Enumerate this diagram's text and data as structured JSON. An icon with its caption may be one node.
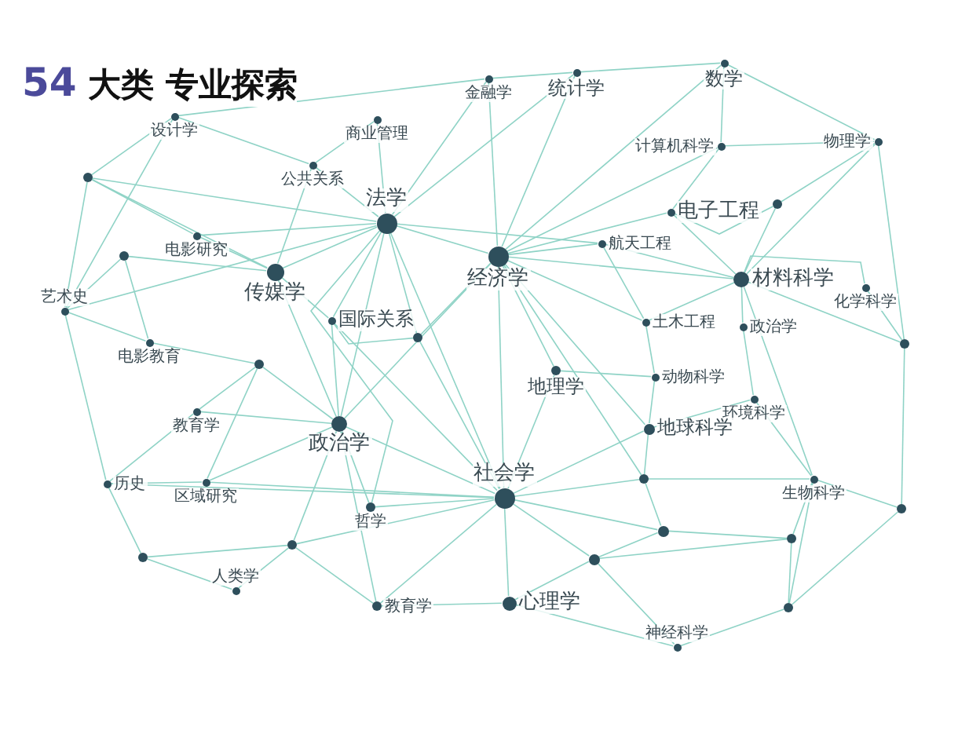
{
  "diagram": {
    "title": "54 大类 专业探索",
    "nodes": [
      {
        "text": [
          "设计学"
        ]
      },
      {
        "text": [
          "商业管理"
        ]
      },
      {
        "text": [
          "金融学"
        ]
      },
      {
        "text": [
          "统计学"
        ]
      },
      {
        "text": [
          "数学"
        ]
      },
      {
        "text": [
          "公共关系"
        ]
      },
      {
        "text": [
          "法学"
        ]
      },
      {
        "text": [
          "电影研究"
        ]
      },
      {
        "text": [
          "传媒学"
        ]
      },
      {
        "text": [
          "艺术史"
        ]
      },
      {
        "text": [
          "国际关系"
        ]
      },
      {
        "text": [
          "电影教育"
        ]
      },
      {
        "text": [
          "经济学"
        ]
      },
      {
        "text": [
          "航天工程"
        ]
      },
      {
        "text": [
          "电子工程"
        ]
      },
      {
        "text": [
          "计算机科学"
        ]
      },
      {
        "text": [
          "物理学"
        ]
      },
      {
        "text": [
          "材料科学"
        ]
      },
      {
        "text": [
          "化学科学"
        ]
      },
      {
        "text": [
          "土木工程"
        ]
      },
      {
        "text": [
          "政治学"
        ]
      },
      {
        "text": [
          "动物科学"
        ]
      },
      {
        "text": [
          "环境科学"
        ]
      },
      {
        "text": [
          "地理学"
        ]
      },
      {
        "text": [
          "地球科学"
        ]
      },
      {
        "text": [
          "政治学"
        ]
      },
      {
        "text": [
          "教育学"
        ]
      },
      {
        "text": [
          "历史"
        ]
      },
      {
        "text": [
          "区域研究"
        ]
      },
      {
        "text": [
          "社会学"
        ]
      },
      {
        "text": [
          "哲学"
        ]
      },
      {
        "text": [
          "生物科学"
        ]
      },
      {
        "text": [
          "人类学"
        ]
      },
      {
        "text": [
          "教育学"
        ]
      },
      {
        "text": [
          "心理学"
        ]
      },
      {
        "text": [
          "神经科学"
        ]
      },
      {
        "text": [],
        "shape": "circle"
      },
      {
        "text": [],
        "shape": "circle"
      },
      {
        "text": [],
        "shape": "circle"
      },
      {
        "text": [],
        "shape": "circle"
      },
      {
        "text": [],
        "shape": "circle"
      },
      {
        "text": [],
        "shape": "circle"
      },
      {
        "text": [],
        "shape": "circle"
      },
      {
        "text": [],
        "shape": "circle"
      },
      {
        "text": [],
        "shape": "circle"
      },
      {
        "text": [],
        "shape": "circle"
      },
      {
        "text": [],
        "shape": "circle"
      },
      {
        "text": [],
        "shape": "circle"
      },
      {
        "text": [],
        "shape": "circle"
      },
      {
        "text": [],
        "shape": "circle"
      }
    ],
    "edges": [
      {
        "from": 6,
        "to": 5,
        "arrow": "none"
      },
      {
        "from": 6,
        "to": 1,
        "arrow": "none"
      },
      {
        "from": 6,
        "to": 2,
        "arrow": "none"
      },
      {
        "from": 6,
        "to": 12,
        "arrow": "none"
      },
      {
        "from": 6,
        "to": 8,
        "arrow": "none"
      },
      {
        "from": 6,
        "to": 10,
        "arrow": "none"
      },
      {
        "from": 6,
        "to": 25,
        "arrow": "none"
      },
      {
        "from": 6,
        "to": 29,
        "arrow": "none"
      },
      {
        "from": 6,
        "to": 36,
        "arrow": "none"
      },
      {
        "from": 6,
        "to": 9,
        "arrow": "none"
      },
      {
        "from": 6,
        "to": 40,
        "arrow": "none"
      },
      {
        "from": 6,
        "to": 3,
        "arrow": "none"
      },
      {
        "from": 6,
        "to": 13,
        "arrow": "none"
      },
      {
        "from": 6,
        "to": 7,
        "arrow": "none"
      },
      {
        "from": 6,
        "to": 30,
        "arrow": "none"
      },
      {
        "from": 12,
        "to": 2,
        "arrow": "none"
      },
      {
        "from": 12,
        "to": 3,
        "arrow": "none"
      },
      {
        "from": 12,
        "to": 4,
        "arrow": "none"
      },
      {
        "from": 12,
        "to": 13,
        "arrow": "none"
      },
      {
        "from": 12,
        "to": 14,
        "arrow": "none"
      },
      {
        "from": 12,
        "to": 15,
        "arrow": "none"
      },
      {
        "from": 12,
        "to": 23,
        "arrow": "none"
      },
      {
        "from": 12,
        "to": 29,
        "arrow": "none"
      },
      {
        "from": 12,
        "to": 40,
        "arrow": "none"
      },
      {
        "from": 12,
        "to": 19,
        "arrow": "none"
      },
      {
        "from": 12,
        "to": 17,
        "arrow": "none"
      },
      {
        "from": 12,
        "to": 42,
        "arrow": "none"
      },
      {
        "from": 12,
        "to": 25,
        "arrow": "none"
      },
      {
        "from": 12,
        "to": 24,
        "arrow": "none"
      },
      {
        "from": 29,
        "to": 25,
        "arrow": "none"
      },
      {
        "from": 29,
        "to": 30,
        "arrow": "none"
      },
      {
        "from": 29,
        "to": 34,
        "arrow": "none"
      },
      {
        "from": 29,
        "to": 23,
        "arrow": "none"
      },
      {
        "from": 29,
        "to": 24,
        "arrow": "none"
      },
      {
        "from": 29,
        "to": 44,
        "arrow": "none"
      },
      {
        "from": 29,
        "to": 48,
        "arrow": "none"
      },
      {
        "from": 29,
        "to": 42,
        "arrow": "none"
      },
      {
        "from": 29,
        "to": 40,
        "arrow": "none"
      },
      {
        "from": 29,
        "to": 10,
        "arrow": "none"
      },
      {
        "from": 29,
        "to": 46,
        "arrow": "none"
      },
      {
        "from": 29,
        "to": 33,
        "arrow": "none"
      },
      {
        "from": 29,
        "to": 27,
        "arrow": "none"
      },
      {
        "from": 29,
        "to": 28,
        "arrow": "none"
      },
      {
        "from": 25,
        "to": 10,
        "arrow": "none"
      },
      {
        "from": 25,
        "to": 39,
        "arrow": "none"
      },
      {
        "from": 25,
        "to": 26,
        "arrow": "none"
      },
      {
        "from": 25,
        "to": 28,
        "arrow": "none"
      },
      {
        "from": 25,
        "to": 30,
        "arrow": "none"
      },
      {
        "from": 25,
        "to": 33,
        "arrow": "none"
      },
      {
        "from": 25,
        "to": 8,
        "arrow": "none"
      },
      {
        "from": 25,
        "to": 46,
        "arrow": "none"
      },
      {
        "from": 8,
        "to": 7,
        "arrow": "none"
      },
      {
        "from": 8,
        "to": 5,
        "arrow": "none"
      },
      {
        "from": 8,
        "to": 37,
        "arrow": "none"
      },
      {
        "from": 8,
        "to": 10,
        "arrow": "none"
      },
      {
        "from": 8,
        "to": 36,
        "arrow": "none"
      },
      {
        "from": 17,
        "to": 14,
        "arrow": "none"
      },
      {
        "from": 17,
        "to": 18,
        "arrow": "none"
      },
      {
        "from": 17,
        "to": 16,
        "arrow": "none"
      },
      {
        "from": 17,
        "to": 38,
        "arrow": "none"
      },
      {
        "from": 17,
        "to": 20,
        "arrow": "none"
      },
      {
        "from": 17,
        "to": 41,
        "arrow": "none"
      },
      {
        "from": 17,
        "to": 31,
        "arrow": "none"
      },
      {
        "from": 17,
        "to": 19,
        "arrow": "none"
      },
      {
        "from": 17,
        "to": 13,
        "arrow": "none"
      },
      {
        "from": 0,
        "to": 36,
        "arrow": "none"
      },
      {
        "from": 0,
        "to": 5,
        "arrow": "none"
      },
      {
        "from": 0,
        "to": 2,
        "arrow": "none"
      },
      {
        "from": 0,
        "to": 9,
        "arrow": "none"
      },
      {
        "from": 36,
        "to": 9,
        "arrow": "none"
      },
      {
        "from": 36,
        "to": 7,
        "arrow": "none"
      },
      {
        "from": 37,
        "to": 9,
        "arrow": "none"
      },
      {
        "from": 37,
        "to": 11,
        "arrow": "none"
      },
      {
        "from": 9,
        "to": 11,
        "arrow": "none"
      },
      {
        "from": 9,
        "to": 27,
        "arrow": "none"
      },
      {
        "from": 27,
        "to": 47,
        "arrow": "none"
      },
      {
        "from": 27,
        "to": 26,
        "arrow": "none"
      },
      {
        "from": 27,
        "to": 28,
        "arrow": "none"
      },
      {
        "from": 47,
        "to": 32,
        "arrow": "none"
      },
      {
        "from": 32,
        "to": 46,
        "arrow": "none"
      },
      {
        "from": 46,
        "to": 33,
        "arrow": "none"
      },
      {
        "from": 33,
        "to": 34,
        "arrow": "none"
      },
      {
        "from": 34,
        "to": 35,
        "arrow": "none"
      },
      {
        "from": 35,
        "to": 48,
        "arrow": "none"
      },
      {
        "from": 35,
        "to": 49,
        "arrow": "none"
      },
      {
        "from": 49,
        "to": 45,
        "arrow": "none"
      },
      {
        "from": 45,
        "to": 31,
        "arrow": "none"
      },
      {
        "from": 31,
        "to": 43,
        "arrow": "none"
      },
      {
        "from": 43,
        "to": 41,
        "arrow": "none"
      },
      {
        "from": 41,
        "to": 18,
        "arrow": "none"
      },
      {
        "from": 16,
        "to": 15,
        "arrow": "none"
      },
      {
        "from": 16,
        "to": 4,
        "arrow": "none"
      },
      {
        "from": 15,
        "to": 4,
        "arrow": "none"
      },
      {
        "from": 15,
        "to": 14,
        "arrow": "none"
      },
      {
        "from": 14,
        "to": 38,
        "arrow": "none"
      },
      {
        "from": 38,
        "to": 16,
        "arrow": "none"
      },
      {
        "from": 13,
        "to": 19,
        "arrow": "none"
      },
      {
        "from": 19,
        "to": 21,
        "arrow": "none"
      },
      {
        "from": 21,
        "to": 24,
        "arrow": "none"
      },
      {
        "from": 24,
        "to": 22,
        "arrow": "none"
      },
      {
        "from": 22,
        "to": 20,
        "arrow": "none"
      },
      {
        "from": 22,
        "to": 31,
        "arrow": "none"
      },
      {
        "from": 42,
        "to": 44,
        "arrow": "none"
      },
      {
        "from": 44,
        "to": 48,
        "arrow": "none"
      },
      {
        "from": 42,
        "to": 31,
        "arrow": "none"
      },
      {
        "from": 24,
        "to": 42,
        "arrow": "none"
      },
      {
        "from": 21,
        "to": 23,
        "arrow": "none"
      },
      {
        "from": 39,
        "to": 11,
        "arrow": "none"
      },
      {
        "from": 39,
        "to": 26,
        "arrow": "none"
      },
      {
        "from": 40,
        "to": 10,
        "arrow": "none"
      },
      {
        "from": 28,
        "to": 39,
        "arrow": "none"
      },
      {
        "from": 3,
        "to": 2,
        "arrow": "none"
      },
      {
        "from": 4,
        "to": 3,
        "arrow": "none"
      },
      {
        "from": 1,
        "to": 5,
        "arrow": "none"
      },
      {
        "from": 16,
        "to": 41,
        "arrow": "none"
      },
      {
        "from": 49,
        "to": 31,
        "arrow": "none"
      },
      {
        "from": 48,
        "to": 34,
        "arrow": "none"
      },
      {
        "from": 47,
        "to": 46,
        "arrow": "none"
      },
      {
        "from": 43,
        "to": 49,
        "arrow": "none"
      },
      {
        "from": 44,
        "to": 45,
        "arrow": "none"
      },
      {
        "from": 48,
        "to": 45,
        "arrow": "none"
      }
    ]
  }
}
